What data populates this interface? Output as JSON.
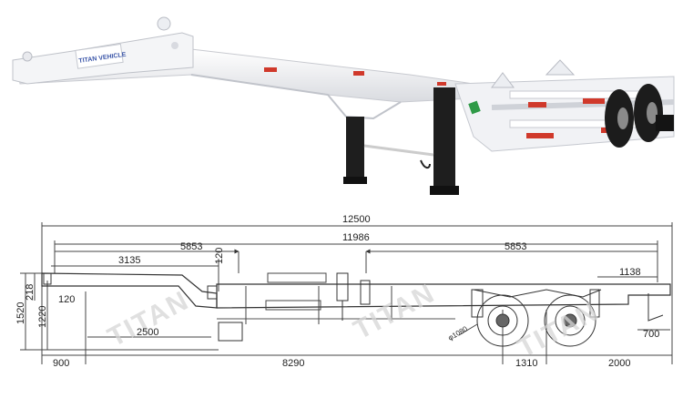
{
  "photo": {
    "brand_plate": "TITAN VEHICLE"
  },
  "drawing": {
    "watermark": "TITAN",
    "dimensions": {
      "overall_length": "12500",
      "frame_length": "11986",
      "front_section": "5853",
      "rear_section": "5853",
      "gooseneck_length": "3135",
      "gooseneck_drop": "120",
      "front_overhang_low": "120",
      "rear_overhang": "1138",
      "frame_height_upper": "218",
      "coupling_height": "1220",
      "total_height": "1520",
      "leg_position": "2500",
      "tire_diameter": "φ1080",
      "rear_bumper": "700",
      "kingpin_offset": "900",
      "wheelbase_main": "8290",
      "axle_spacing": "1310",
      "rear_to_end": "2000"
    }
  },
  "colors": {
    "trailer_white": "#f2f2f4",
    "reflector_red": "#d0392b",
    "tire_black": "#1c1c1c",
    "line": "#444444"
  }
}
